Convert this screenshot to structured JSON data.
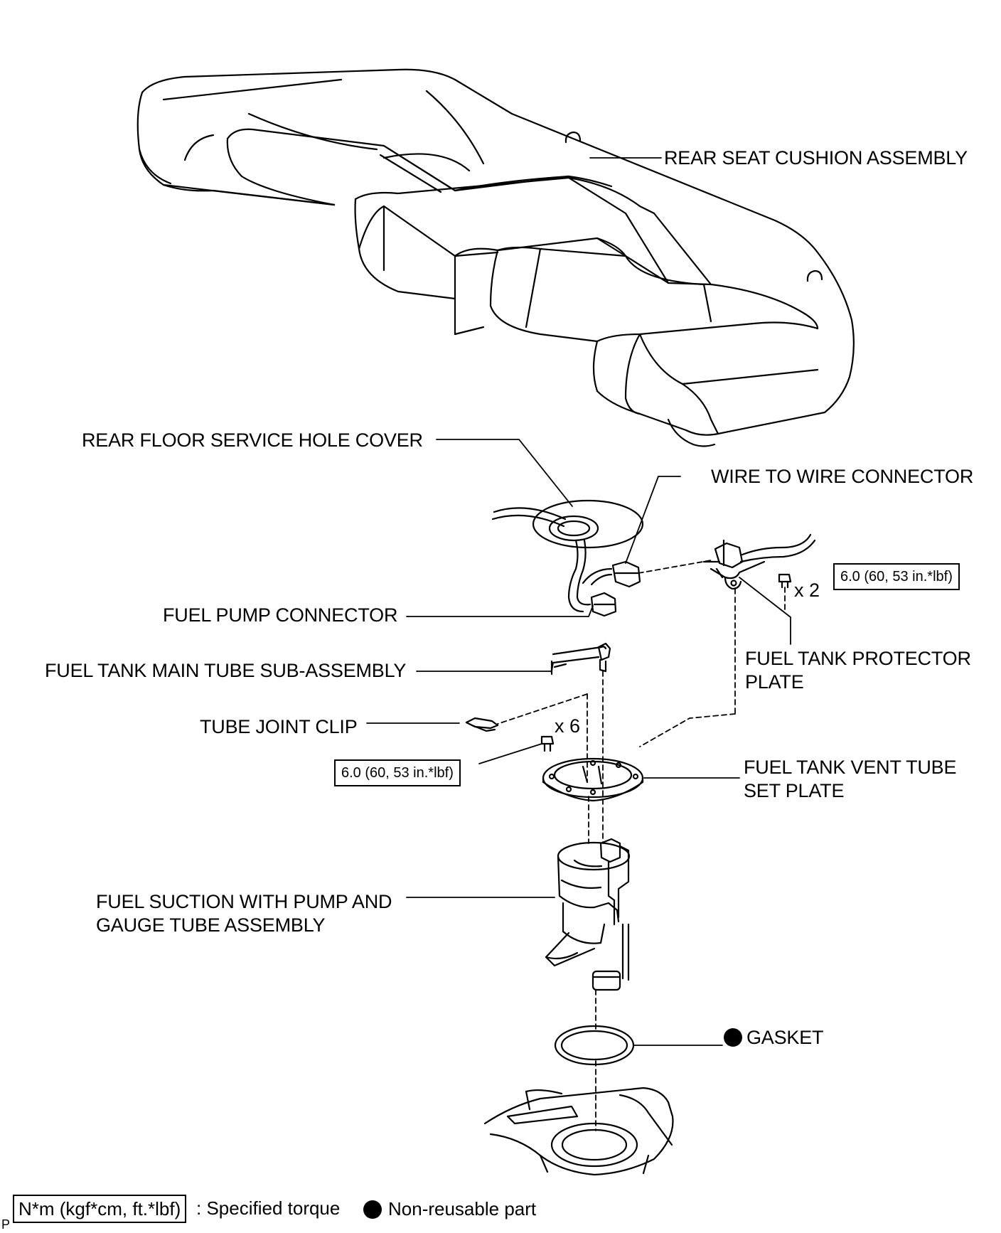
{
  "labels": {
    "seat_cushion": "REAR SEAT CUSHION ASSEMBLY",
    "hole_cover": "REAR FLOOR SERVICE HOLE COVER",
    "wire_connector": "WIRE TO WIRE CONNECTOR",
    "pump_connector": "FUEL PUMP CONNECTOR",
    "main_tube": "FUEL TANK MAIN TUBE SUB-ASSEMBLY",
    "protector_plate_1": "FUEL TANK PROTECTOR",
    "protector_plate_2": "PLATE",
    "tube_clip": "TUBE JOINT CLIP",
    "vent_plate_1": "FUEL TANK VENT TUBE",
    "vent_plate_2": "SET PLATE",
    "suction_1": "FUEL SUCTION WITH PUMP AND",
    "suction_2": "GAUGE TUBE ASSEMBLY",
    "gasket": "GASKET"
  },
  "torque": {
    "protector_bolts": "6.0 (60, 53 in.*lbf)",
    "set_plate_bolts": "6.0 (60, 53 in.*lbf)"
  },
  "quantities": {
    "protector_bolts": "x 2",
    "set_plate_bolts": "x 6"
  },
  "legend": {
    "torque_box": "N*m (kgf*cm, ft.*lbf)",
    "torque_text": ": Specified torque",
    "nonreusable_text": "Non-reusable part"
  },
  "corner_mark": "P"
}
